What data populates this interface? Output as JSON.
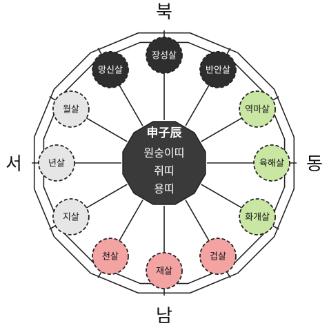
{
  "directions": {
    "north": "북",
    "south": "남",
    "east": "동",
    "west": "서"
  },
  "center": {
    "title": "申子辰",
    "lines": [
      "원숭이띠",
      "쥐띠",
      "용띠"
    ],
    "fill": "#3a3a3a"
  },
  "colors": {
    "dark": "#2e2e2e",
    "light_gray": "#e6e6e6",
    "green": "#c9e6a3",
    "pink": "#f4a3a3",
    "outline": "#222222"
  },
  "nodes": [
    {
      "label": "장성살",
      "style": "dark"
    },
    {
      "label": "반안살",
      "style": "dark"
    },
    {
      "label": "역마살",
      "style": "green"
    },
    {
      "label": "육해살",
      "style": "green"
    },
    {
      "label": "화개살",
      "style": "green"
    },
    {
      "label": "겁살",
      "style": "pink"
    },
    {
      "label": "재살",
      "style": "pink"
    },
    {
      "label": "천살",
      "style": "pink"
    },
    {
      "label": "지살",
      "style": "light_gray"
    },
    {
      "label": "년살",
      "style": "light_gray"
    },
    {
      "label": "월살",
      "style": "light_gray"
    },
    {
      "label": "망신살",
      "style": "dark"
    }
  ]
}
